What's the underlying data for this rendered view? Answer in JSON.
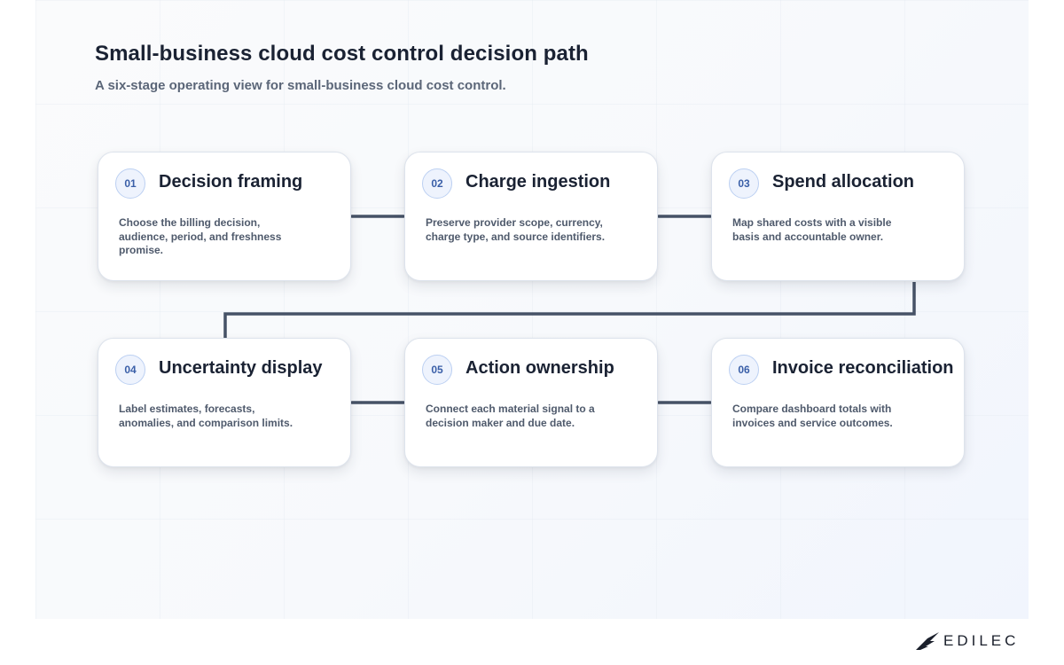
{
  "header": {
    "title": "Small-business cloud cost control decision path",
    "subtitle": "A six-stage operating view for small-business cloud cost control."
  },
  "stages": [
    {
      "number": "01",
      "title": "Decision framing",
      "description": "Choose the billing decision, audience, period, and freshness promise."
    },
    {
      "number": "02",
      "title": "Charge ingestion",
      "description": "Preserve provider scope, currency, charge type, and source identifiers."
    },
    {
      "number": "03",
      "title": "Spend allocation",
      "description": "Map shared costs with a visible basis and accountable owner."
    },
    {
      "number": "04",
      "title": "Uncertainty display",
      "description": "Label estimates, forecasts, anomalies, and comparison limits."
    },
    {
      "number": "05",
      "title": "Action ownership",
      "description": "Connect each material signal to a decision maker and due date."
    },
    {
      "number": "06",
      "title": "Invoice reconciliation",
      "description": "Compare dashboard totals with invoices and service outcomes."
    }
  ],
  "brand": {
    "logo_text": "EDILEC"
  },
  "colors": {
    "connector": "#465266",
    "badge_text": "#3a5fa8",
    "title_text": "#1a2233"
  }
}
